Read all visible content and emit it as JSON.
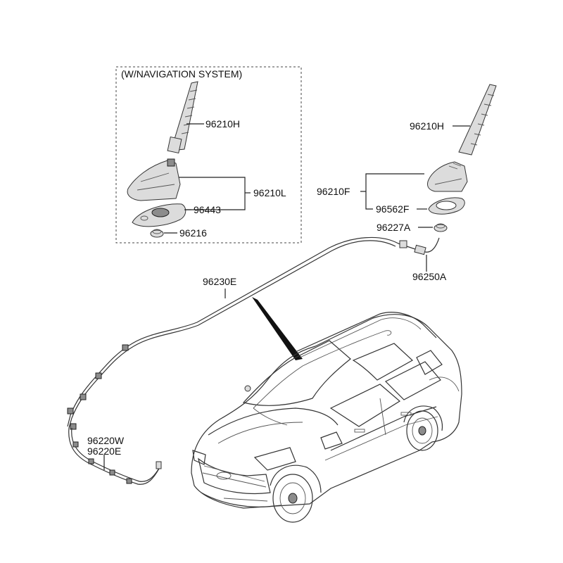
{
  "nav_box": {
    "title": "(W/NAVIGATION SYSTEM)"
  },
  "parts": {
    "nav_antenna_rod": "96210H",
    "nav_antenna_assy": "96210L",
    "nav_gasket": "96443",
    "nav_nut": "96216",
    "antenna_rod": "96210H",
    "antenna_assy": "96210F",
    "gasket": "96562F",
    "nut": "96227A",
    "connector": "96250A",
    "roof_cable": "96230E",
    "feeder_cable_1": "96220W",
    "feeder_cable_2": "96220E"
  }
}
